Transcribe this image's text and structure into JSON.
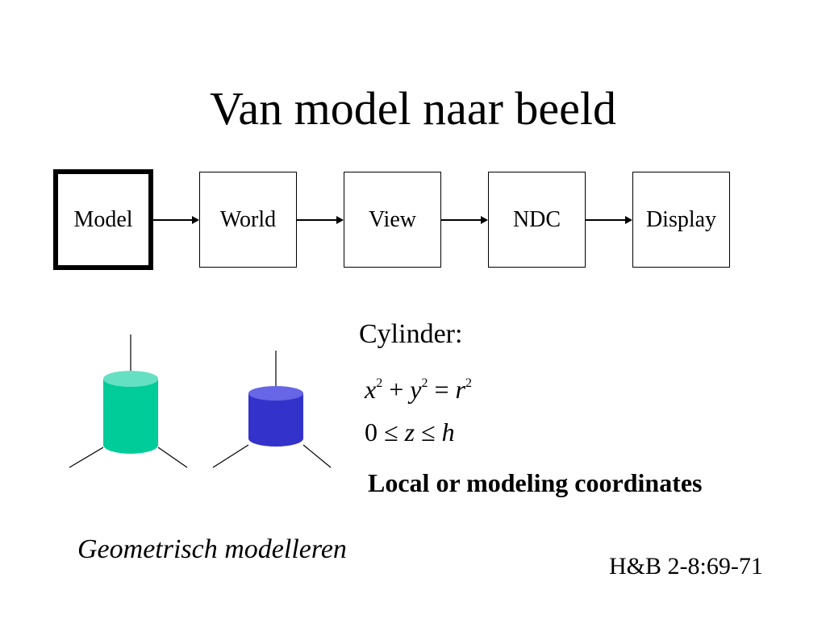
{
  "slide": {
    "title": "Van model naar beeld"
  },
  "pipeline": {
    "stages": [
      "Model",
      "World",
      "View",
      "NDC",
      "Display"
    ],
    "active_stage": "Model"
  },
  "cylinder": {
    "label": "Cylinder:",
    "equation_1": {
      "x": "x",
      "y": "y",
      "r": "r",
      "exp": "2",
      "plus": "+",
      "eq": "="
    },
    "equation_2": {
      "zero": "0",
      "z": "z",
      "h": "h",
      "le": "≤"
    },
    "left_color": "#00cc99",
    "left_top_color": "#66e0c2",
    "right_color": "#3333cc",
    "right_top_color": "#6666e6"
  },
  "captions": {
    "coordinates": "Local or modeling coordinates",
    "subtitle": "Geometrisch modelleren",
    "reference": "H&B 2-8:69-71"
  }
}
